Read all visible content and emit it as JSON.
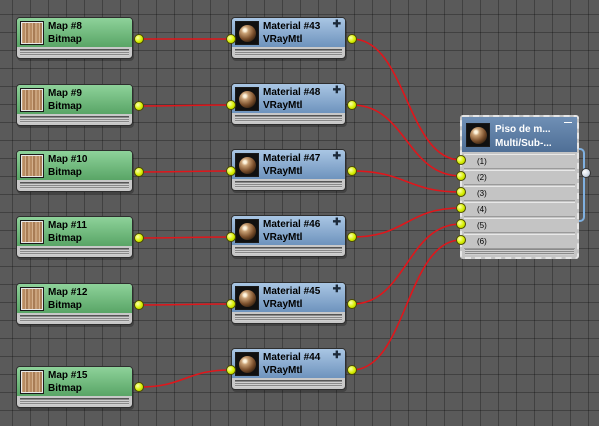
{
  "maps": [
    {
      "name": "Map #8",
      "type": "Bitmap"
    },
    {
      "name": "Map #9",
      "type": "Bitmap"
    },
    {
      "name": "Map #10",
      "type": "Bitmap"
    },
    {
      "name": "Map #11",
      "type": "Bitmap"
    },
    {
      "name": "Map #12",
      "type": "Bitmap"
    },
    {
      "name": "Map #15",
      "type": "Bitmap"
    }
  ],
  "materials": [
    {
      "name": "Material #43",
      "type": "VRayMtl"
    },
    {
      "name": "Material #48",
      "type": "VRayMtl"
    },
    {
      "name": "Material #47",
      "type": "VRayMtl"
    },
    {
      "name": "Material #46",
      "type": "VRayMtl"
    },
    {
      "name": "Material #45",
      "type": "VRayMtl"
    },
    {
      "name": "Material #44",
      "type": "VRayMtl"
    }
  ],
  "multi": {
    "name": "Piso de m...",
    "type": "Multi/Sub-...",
    "slots": [
      "(1)",
      "(2)",
      "(3)",
      "(4)",
      "(5)",
      "(6)"
    ]
  },
  "icons": {
    "map_thumb": "wood-texture-icon",
    "material_thumb": "material-sphere-icon",
    "expand": "plus-icon",
    "collapse": "minus-icon"
  },
  "colors": {
    "wire": "#e0161b",
    "socket": "#d8f000",
    "map_header": "#6cbd7a",
    "material_header": "#86a9d1",
    "multi_header": "#5a7aa0"
  }
}
